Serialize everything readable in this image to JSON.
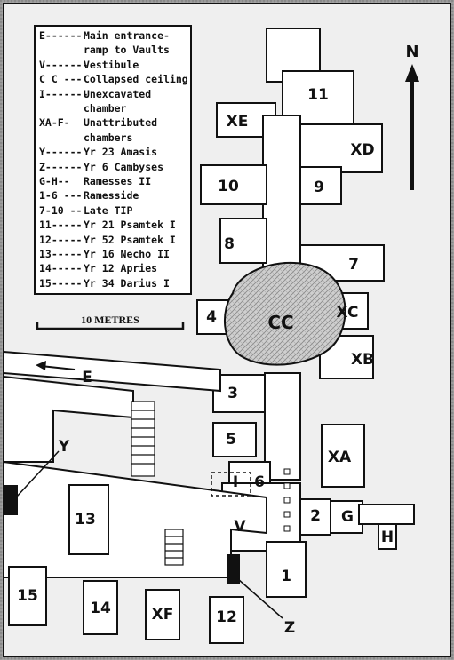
{
  "legend": {
    "entries": [
      {
        "key": "E------",
        "text": "Main entrance-"
      },
      {
        "key": "",
        "text": "ramp to Vaults"
      },
      {
        "key": "V-------",
        "text": "Vestibule"
      },
      {
        "key": "C C ---",
        "text": "Collapsed ceiling"
      },
      {
        "key": "I-------",
        "text": "Unexcavated"
      },
      {
        "key": "",
        "text": "chamber"
      },
      {
        "key": "XA-F-",
        "text": "Unattributed"
      },
      {
        "key": "",
        "text": "chambers"
      },
      {
        "key": "Y------",
        "text": "Yr 23 Amasis"
      },
      {
        "key": "Z------",
        "text": "Yr 6 Cambyses"
      },
      {
        "key": "G-H--",
        "text": "Ramesses II"
      },
      {
        "key": "1-6 ---",
        "text": "Ramesside"
      },
      {
        "key": "7-10 --",
        "text": "Late TIP"
      },
      {
        "key": "11-----",
        "text": "Yr 21 Psamtek I"
      },
      {
        "key": "12-----",
        "text": "Yr 52 Psamtek I"
      },
      {
        "key": "13-----",
        "text": "Yr 16 Necho II"
      },
      {
        "key": "14-----",
        "text": "Yr 12 Apries"
      },
      {
        "key": "15-----",
        "text": "Yr 34 Darius I"
      }
    ]
  },
  "scale": {
    "label": "10 METRES"
  },
  "north": {
    "label": "N"
  },
  "entrance": {
    "label": "E"
  },
  "chambers": {
    "c11": "11",
    "xe": "XE",
    "xd": "XD",
    "c10": "10",
    "c9": "9",
    "c8": "8",
    "c7": "7",
    "c4": "4",
    "cc": "CC",
    "xc": "XC",
    "xb": "XB",
    "c3": "3",
    "c5": "5",
    "xa": "XA",
    "c6": "6",
    "ci": "I",
    "c2": "2",
    "g": "G",
    "h": "H",
    "v": "V",
    "c1": "1",
    "c13": "13",
    "c15": "15",
    "c14": "14",
    "xf": "XF",
    "c12": "12"
  },
  "markers": {
    "y": "Y",
    "z": "Z"
  }
}
